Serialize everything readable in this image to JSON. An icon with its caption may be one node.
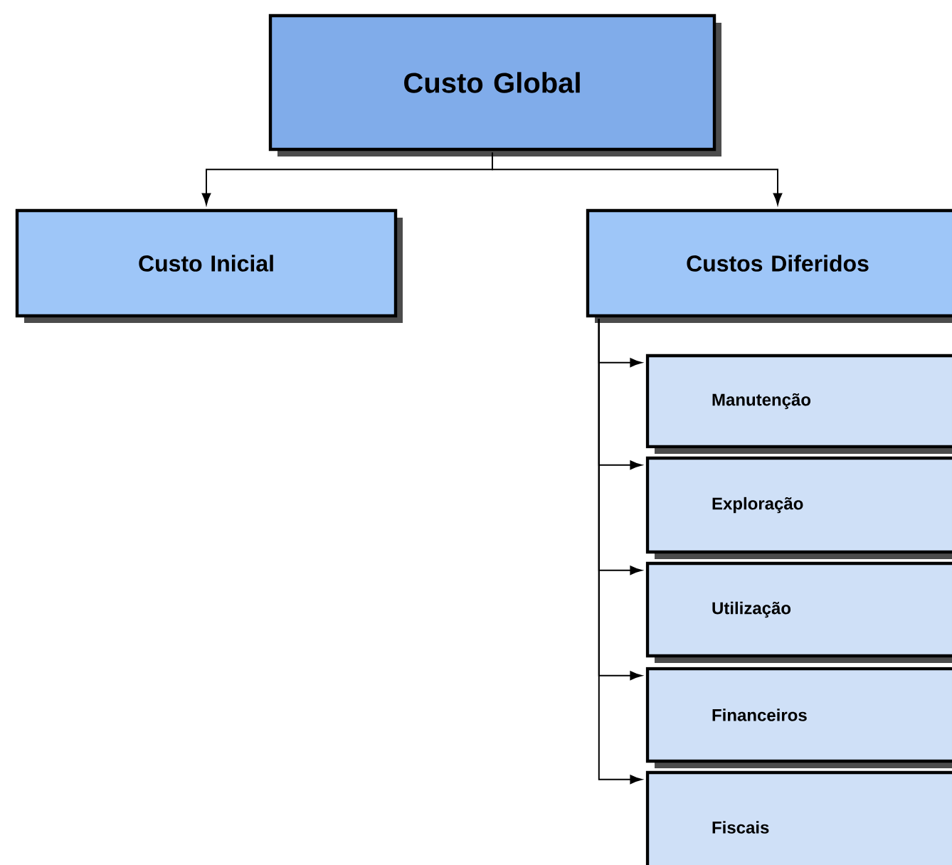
{
  "diagram": {
    "nodes": [
      {
        "text": [
          "Custo Global"
        ]
      },
      {
        "text": [
          "Custo Inicial"
        ]
      },
      {
        "text": [
          "Custos Diferidos"
        ]
      },
      {
        "text": [
          "Manutenção"
        ]
      },
      {
        "text": [
          "Exploração"
        ]
      },
      {
        "text": [
          "Utilização"
        ]
      },
      {
        "text": [
          "Financeiros"
        ]
      },
      {
        "text": [
          "Fiscais"
        ]
      }
    ],
    "edges": [
      {
        "from": 0,
        "to": 1,
        "arrow": "to"
      },
      {
        "from": 0,
        "to": 2,
        "arrow": "to"
      },
      {
        "from": 2,
        "to": 3,
        "arrow": "to"
      },
      {
        "from": 2,
        "to": 4,
        "arrow": "to"
      },
      {
        "from": 2,
        "to": 5,
        "arrow": "to"
      },
      {
        "from": 2,
        "to": 6,
        "arrow": "to"
      },
      {
        "from": 2,
        "to": 7,
        "arrow": "to"
      }
    ]
  }
}
